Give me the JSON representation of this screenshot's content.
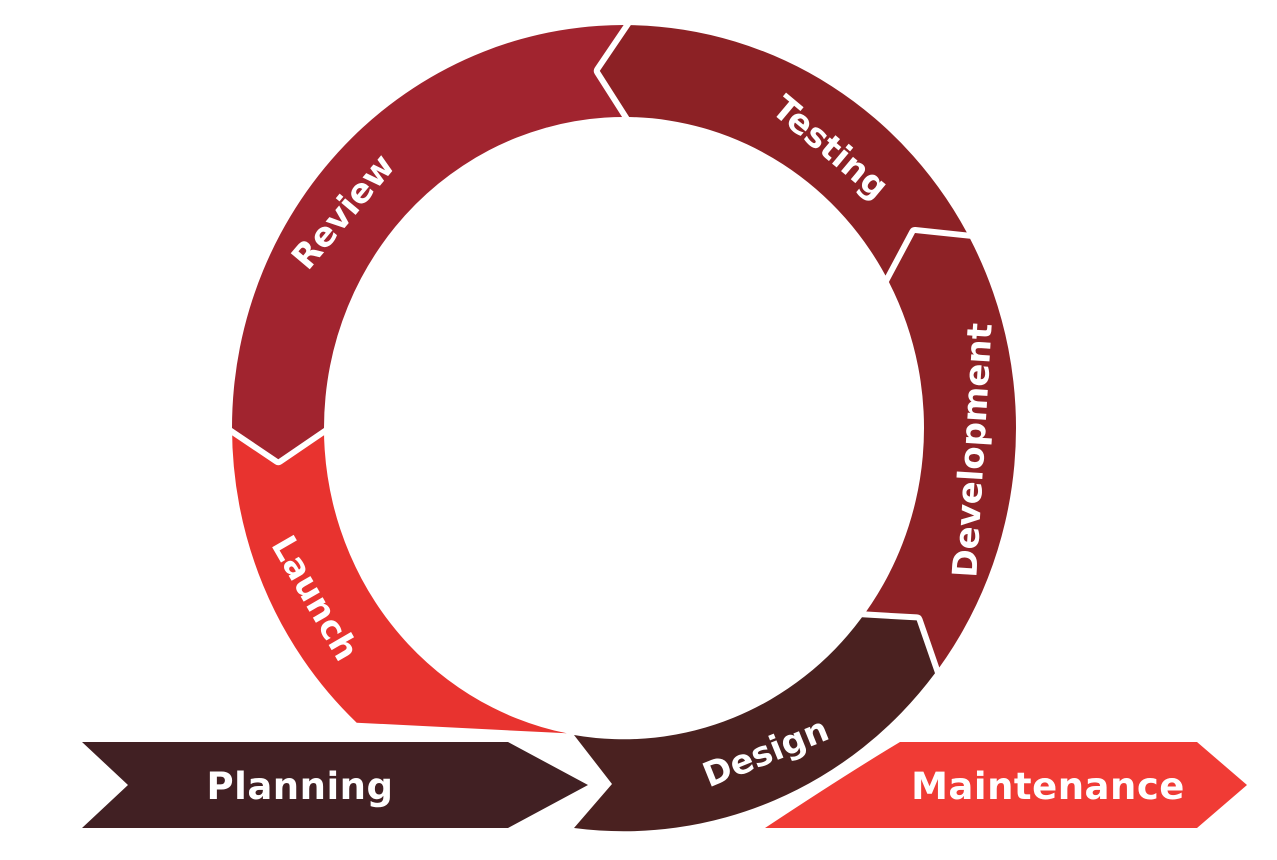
{
  "diagram": {
    "background_color": "#ffffff",
    "label_color": "#ffffff",
    "flow": "counterclockwise-cycle-with-entry-and-exit",
    "cycle_stages": [
      {
        "label": "Design",
        "color": "#4A2120",
        "position": "bottom-arc"
      },
      {
        "label": "Development",
        "color": "#8E2226",
        "position": "right-arc"
      },
      {
        "label": "Testing",
        "color": "#8C2125",
        "position": "top-right-arc"
      },
      {
        "label": "Review",
        "color": "#A1242F",
        "position": "top-left-arc"
      },
      {
        "label": "Launch",
        "color": "#E8332F",
        "position": "left-arc"
      }
    ],
    "entry_stage": {
      "label": "Planning",
      "color": "#412023",
      "position": "bottom-left-banner"
    },
    "exit_stage": {
      "label": "Maintenance",
      "color": "#F03B35",
      "position": "bottom-right-banner"
    }
  }
}
